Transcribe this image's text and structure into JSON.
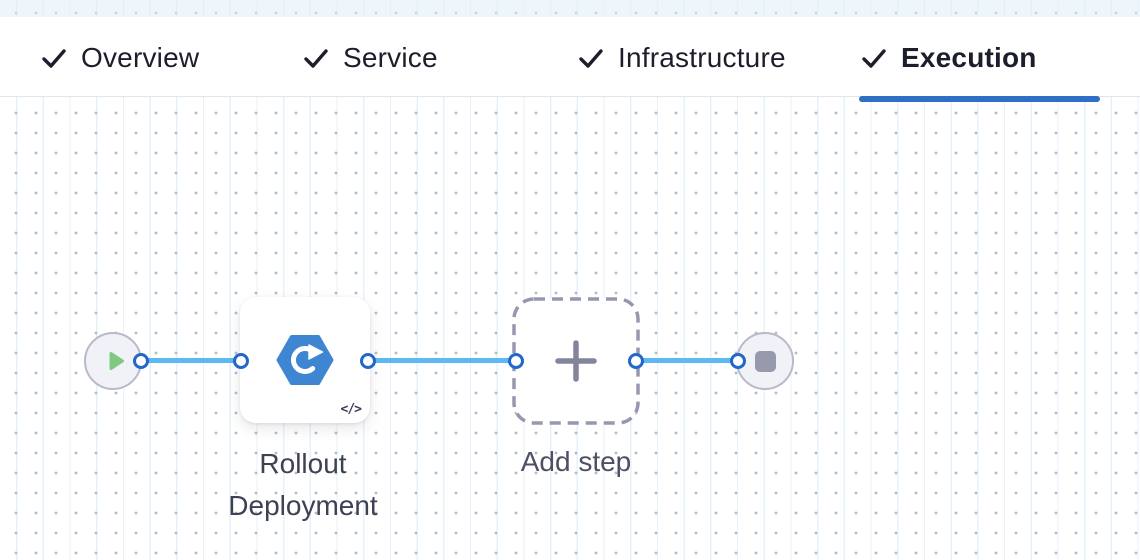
{
  "header": {
    "tabs": [
      {
        "label": "Overview",
        "state": "completed",
        "active": false
      },
      {
        "label": "Service",
        "state": "completed",
        "active": false
      },
      {
        "label": "Infrastructure",
        "state": "completed",
        "active": false
      },
      {
        "label": "Execution",
        "state": "completed",
        "active": true
      }
    ]
  },
  "pipeline": {
    "start_node": {
      "icon": "play-icon"
    },
    "steps": [
      {
        "name": "Rollout Deployment",
        "label": "Rollout\nDeployment",
        "icon": "rolling-deployment-icon",
        "badge": "</>"
      }
    ],
    "add_step": {
      "label": "Add step",
      "icon": "plus-icon"
    },
    "end_node": {
      "icon": "stop-icon"
    }
  },
  "colors": {
    "accent_blue": "#2e70c6",
    "edge_blue": "#5cb9f3",
    "port_ring_blue": "#2367c9",
    "node_fill": "#f1f2f7",
    "node_border": "#b9bac9",
    "play_green": "#7fc982",
    "stop_grey": "#9799ac",
    "hexagon_blue": "#3e86d2",
    "dashed_border": "#9598af",
    "label_text": "#44465c",
    "tab_text": "#1d1e2c"
  }
}
